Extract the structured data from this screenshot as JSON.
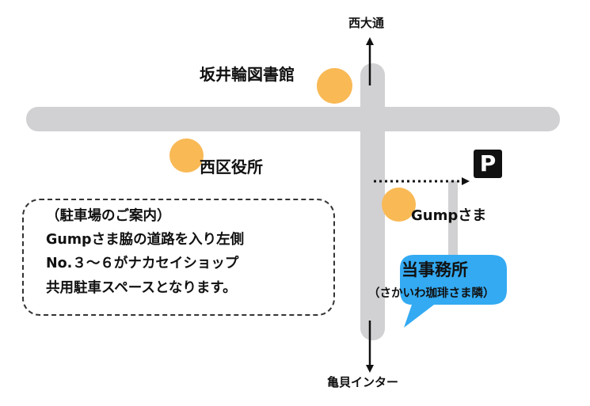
{
  "map": {
    "roads": {
      "north_label": "西大通",
      "south_label": "亀貝インター"
    },
    "landmarks": {
      "library": "坂井輪図書館",
      "ward_office": "西区役所",
      "gump": "Gumpさま"
    },
    "parking_symbol": "P",
    "office": {
      "title": "当事務所",
      "subtitle": "（さかいわ珈琲さま隣）"
    },
    "notice": {
      "lines": [
        "（駐車場のご案内）",
        "Gumpさま脇の道路を入り左側",
        "No.３～６がナカセイショップ",
        "共用駐車スペースとなります。"
      ]
    },
    "colors": {
      "road": "#d1d1d3",
      "landmark": "#f9b955",
      "bubble": "#33aaf2",
      "arrow": "#111111"
    }
  }
}
